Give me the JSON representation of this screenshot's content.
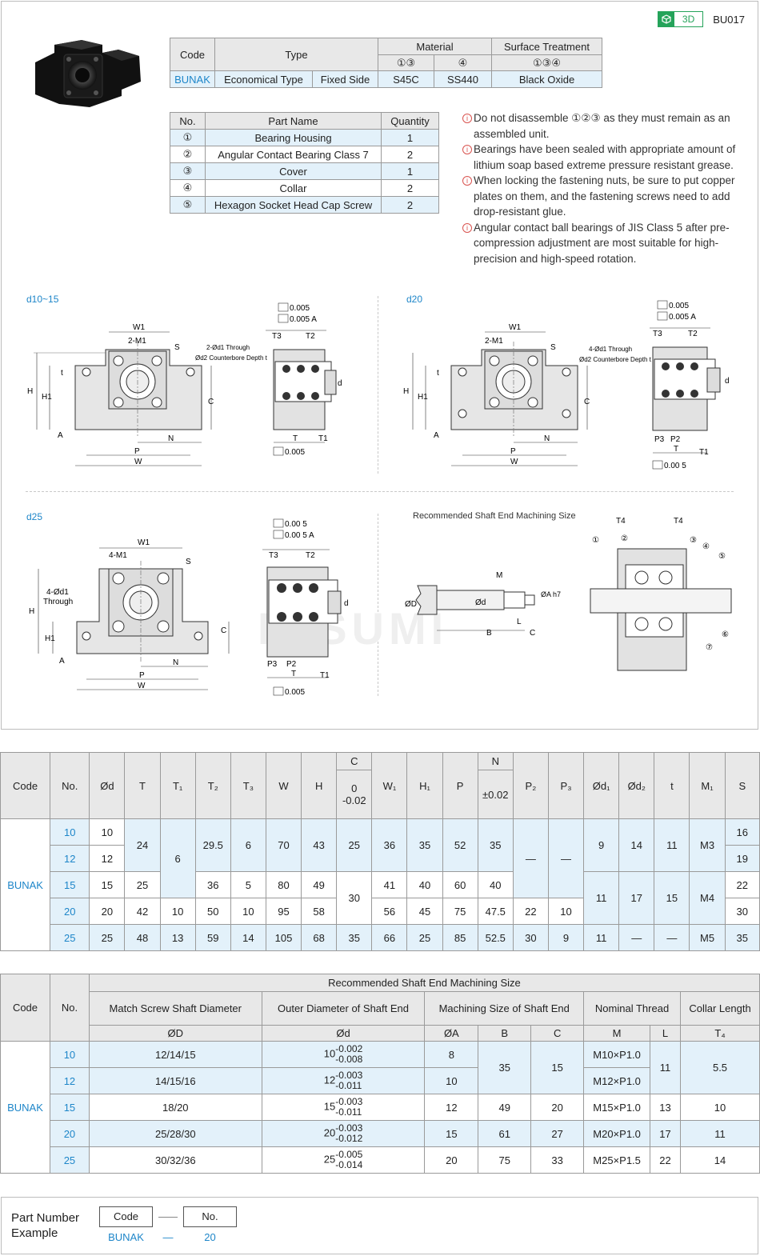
{
  "header": {
    "badge": "3D",
    "product_code": "BU017"
  },
  "spec_table": {
    "headers": {
      "code": "Code",
      "type": "Type",
      "material": "Material",
      "surface": "Surface Treatment",
      "mat_sub1": "①③",
      "mat_sub2": "④",
      "surf_sub": "①③④"
    },
    "row": {
      "code": "BUNAK",
      "type1": "Economical Type",
      "type2": "Fixed Side",
      "mat1": "S45C",
      "mat2": "SS440",
      "surface": "Black Oxide"
    }
  },
  "parts_table": {
    "headers": {
      "no": "No.",
      "name": "Part Name",
      "qty": "Quantity"
    },
    "rows": [
      {
        "no": "①",
        "name": "Bearing Housing",
        "qty": "1"
      },
      {
        "no": "②",
        "name": "Angular Contact Bearing Class 7",
        "qty": "2"
      },
      {
        "no": "③",
        "name": "Cover",
        "qty": "1"
      },
      {
        "no": "④",
        "name": "Collar",
        "qty": "2"
      },
      {
        "no": "⑤",
        "name": "Hexagon Socket Head Cap Screw",
        "qty": "2"
      }
    ]
  },
  "notes": [
    "Do not disassemble ①②③ as they must remain as an assembled unit.",
    "Bearings have been sealed with appropriate amount of lithium soap based extreme pressure resistant grease.",
    "When locking the fastening nuts, be sure to put copper plates on them, and the fastening screws need to add drop-resistant glue.",
    "Angular contact ball bearings of JIS Class 5 after pre-compression adjustment are most suitable for high-precision and high-speed rotation."
  ],
  "drawings": {
    "d10_15": {
      "label": "d10~15",
      "hole_note1": "2-Ød1 Through",
      "hole_note2": "Ød2 Counterbore Depth t",
      "m_label": "2-M1"
    },
    "d20": {
      "label": "d20",
      "hole_note1": "4-Ød1 Through",
      "hole_note2": "Ød2 Counterbore Depth t",
      "m_label": "2-M1"
    },
    "d25": {
      "label": "d25",
      "hole_note1": "4-Ød1",
      "hole_note2": "Through",
      "m_label": "4-M1"
    },
    "shaft_title": "Recommended Shaft End Machining Size",
    "tolerances": {
      "flat": "0.005",
      "perp": "0.005 A",
      "flat5": "0.00 5",
      "perp5": "0.00 5 A"
    },
    "dims": {
      "W1": "W1",
      "W": "W",
      "H": "H",
      "H1": "H1",
      "P": "P",
      "N": "N",
      "C": "C",
      "S": "S",
      "t": "t",
      "T": "T",
      "T1": "T1",
      "T2": "T2",
      "T3": "T3",
      "T4": "T4",
      "P2": "P2",
      "P3": "P3",
      "d": "d",
      "A": "A",
      "M": "M",
      "L": "L",
      "B": "B",
      "OD": "ØD",
      "Od": "Ød",
      "OA": "ØA h7"
    },
    "callouts": [
      "①",
      "②",
      "③",
      "④",
      "⑤",
      "⑥",
      "⑦"
    ]
  },
  "dim_table": {
    "headers": [
      "Code",
      "No.",
      "Ød",
      "T",
      "T₁",
      "T₂",
      "T₃",
      "W",
      "H",
      "C",
      "W₁",
      "H₁",
      "P",
      "N",
      "P₂",
      "P₃",
      "Ød₁",
      "Ød₂",
      "t",
      "M₁",
      "S"
    ],
    "c_tol_top": "0",
    "c_tol_bot": "-0.02",
    "n_tol": "±0.02",
    "code": "BUNAK",
    "rows": [
      {
        "no": "10",
        "d": "10",
        "T": "24",
        "T1": "6",
        "T2": "29.5",
        "T3": "6",
        "W": "70",
        "H": "43",
        "C": "25",
        "W1": "36",
        "H1": "35",
        "P": "52",
        "N": "35",
        "P2": "—",
        "P3": "—",
        "d1": "9",
        "d2": "14",
        "t": "11",
        "M1": "M3",
        "S": "16"
      },
      {
        "no": "12",
        "d": "12",
        "S": "19"
      },
      {
        "no": "15",
        "d": "15",
        "T": "25",
        "T2": "36",
        "T3": "5",
        "W": "80",
        "H": "49",
        "C": "30",
        "W1": "41",
        "H1": "40",
        "P": "60",
        "N": "40",
        "S": "22"
      },
      {
        "no": "20",
        "d": "20",
        "T": "42",
        "T1": "10",
        "T2": "50",
        "T3": "10",
        "W": "95",
        "H": "58",
        "W1": "56",
        "H1": "45",
        "P": "75",
        "N": "47.5",
        "P2": "22",
        "P3": "10",
        "d1": "11",
        "d2": "17",
        "t": "15",
        "M1": "M4",
        "S": "30"
      },
      {
        "no": "25",
        "d": "25",
        "T": "48",
        "T1": "13",
        "T2": "59",
        "T3": "14",
        "W": "105",
        "H": "68",
        "C": "35",
        "W1": "66",
        "H1": "25",
        "P": "85",
        "N": "52.5",
        "P2": "30",
        "P3": "9",
        "d1": "11",
        "d2": "—",
        "t": "—",
        "M1": "M5",
        "S": "35"
      }
    ]
  },
  "shaft_table": {
    "title": "Recommended Shaft End Machining Size",
    "headers": {
      "code": "Code",
      "no": "No.",
      "match": "Match Screw Shaft Diameter",
      "outer": "Outer Diameter of Shaft End",
      "mach": "Machining Size of Shaft End",
      "thread": "Nominal Thread",
      "collar": "Collar Length"
    },
    "sub": {
      "D": "ØD",
      "d": "Ød",
      "A": "ØA",
      "B": "B",
      "C": "C",
      "M": "M",
      "L": "L",
      "T4": "T₄"
    },
    "code": "BUNAK",
    "rows": [
      {
        "no": "10",
        "D": "12/14/15",
        "d": "10",
        "dt1": "-0.002",
        "dt2": "-0.008",
        "A": "8",
        "B": "35",
        "C": "15",
        "M": "M10×P1.0",
        "L": "11",
        "T4": "5.5"
      },
      {
        "no": "12",
        "D": "14/15/16",
        "d": "12",
        "dt1": "-0.003",
        "dt2": "-0.011",
        "A": "10",
        "M": "M12×P1.0"
      },
      {
        "no": "15",
        "D": "18/20",
        "d": "15",
        "dt1": "-0.003",
        "dt2": "-0.011",
        "A": "12",
        "B": "49",
        "C": "20",
        "M": "M15×P1.0",
        "L": "13",
        "T4": "10"
      },
      {
        "no": "20",
        "D": "25/28/30",
        "d": "20",
        "dt1": "-0.003",
        "dt2": "-0.012",
        "A": "15",
        "B": "61",
        "C": "27",
        "M": "M20×P1.0",
        "L": "17",
        "T4": "11"
      },
      {
        "no": "25",
        "D": "30/32/36",
        "d": "25",
        "dt1": "-0.005",
        "dt2": "-0.014",
        "A": "20",
        "B": "75",
        "C": "33",
        "M": "M25×P1.5",
        "L": "22",
        "T4": "14"
      }
    ]
  },
  "part_number": {
    "title1": "Part Number",
    "title2": "Example",
    "code_label": "Code",
    "no_label": "No.",
    "code_value": "BUNAK",
    "no_value": "20",
    "dash": "—"
  },
  "colors": {
    "accent_blue": "#1e86c9",
    "row_blue": "#e3f1fa",
    "header_gray": "#e8e8e8",
    "badge_green": "#25a35a",
    "note_red": "#d9534f"
  }
}
